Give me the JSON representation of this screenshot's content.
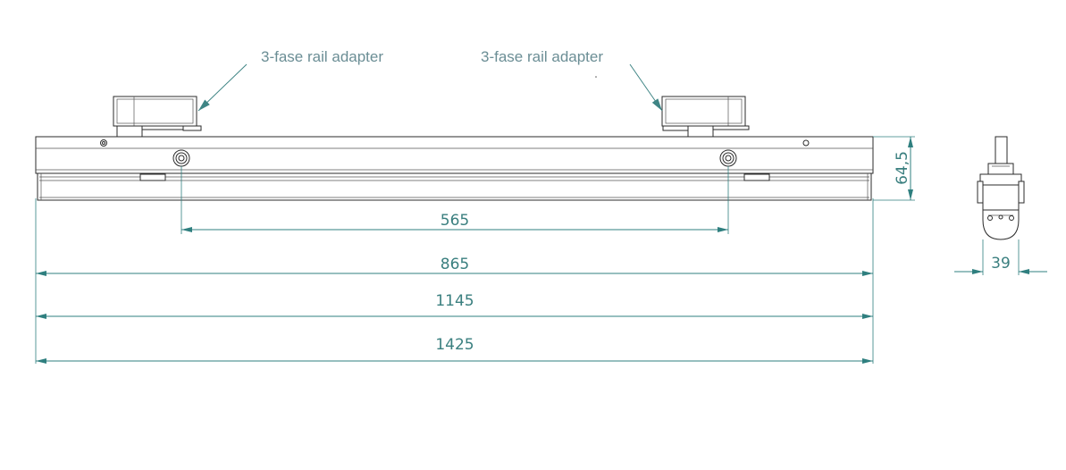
{
  "callouts": {
    "left": "3-fase rail adapter",
    "right": "3-fase rail adapter"
  },
  "dimensions": {
    "d565": "565",
    "d865": "865",
    "d1145": "1145",
    "d1425": "1425",
    "height": "64,5",
    "width": "39"
  },
  "colors": {
    "dimension": "#2f7f7f",
    "outline": "#2b2b2b",
    "callout_text": "#6b8e95"
  }
}
